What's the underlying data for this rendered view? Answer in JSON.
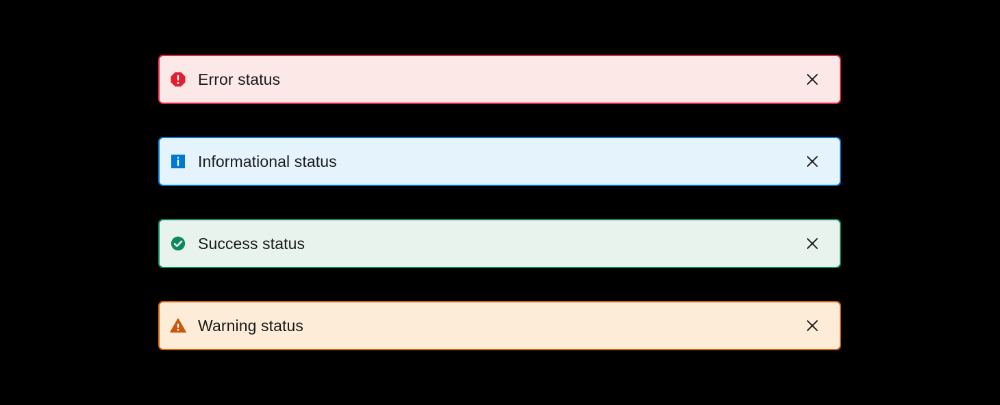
{
  "page": {
    "background_color": "#000000",
    "title": "Status alerts"
  },
  "alerts": [
    {
      "kind": "error",
      "message": "Error status",
      "icon": "error-octagon-icon",
      "dismiss_icon": "close-icon",
      "dismiss_label": "Dismiss",
      "colors": {
        "border": "#e8243c",
        "background": "#fde8e8",
        "icon": "#e02030",
        "text": "#1a1a1a"
      }
    },
    {
      "kind": "info",
      "message": "Informational status",
      "icon": "info-square-icon",
      "dismiss_icon": "close-icon",
      "dismiss_label": "Dismiss",
      "colors": {
        "border": "#0078d4",
        "background": "#e5f3fd",
        "icon": "#0078d4",
        "text": "#1a1a1a"
      }
    },
    {
      "kind": "success",
      "message": "Success status",
      "icon": "success-check-circle-icon",
      "dismiss_icon": "close-icon",
      "dismiss_label": "Dismiss",
      "colors": {
        "border": "#0d8a5c",
        "background": "#e8f3ee",
        "icon": "#0d8a5c",
        "text": "#1a1a1a"
      }
    },
    {
      "kind": "warning",
      "message": "Warning status",
      "icon": "warning-triangle-icon",
      "dismiss_icon": "close-icon",
      "dismiss_label": "Dismiss",
      "colors": {
        "border": "#d2620c",
        "background": "#fdecd8",
        "icon": "#c85a10",
        "text": "#1a1a1a"
      }
    }
  ]
}
